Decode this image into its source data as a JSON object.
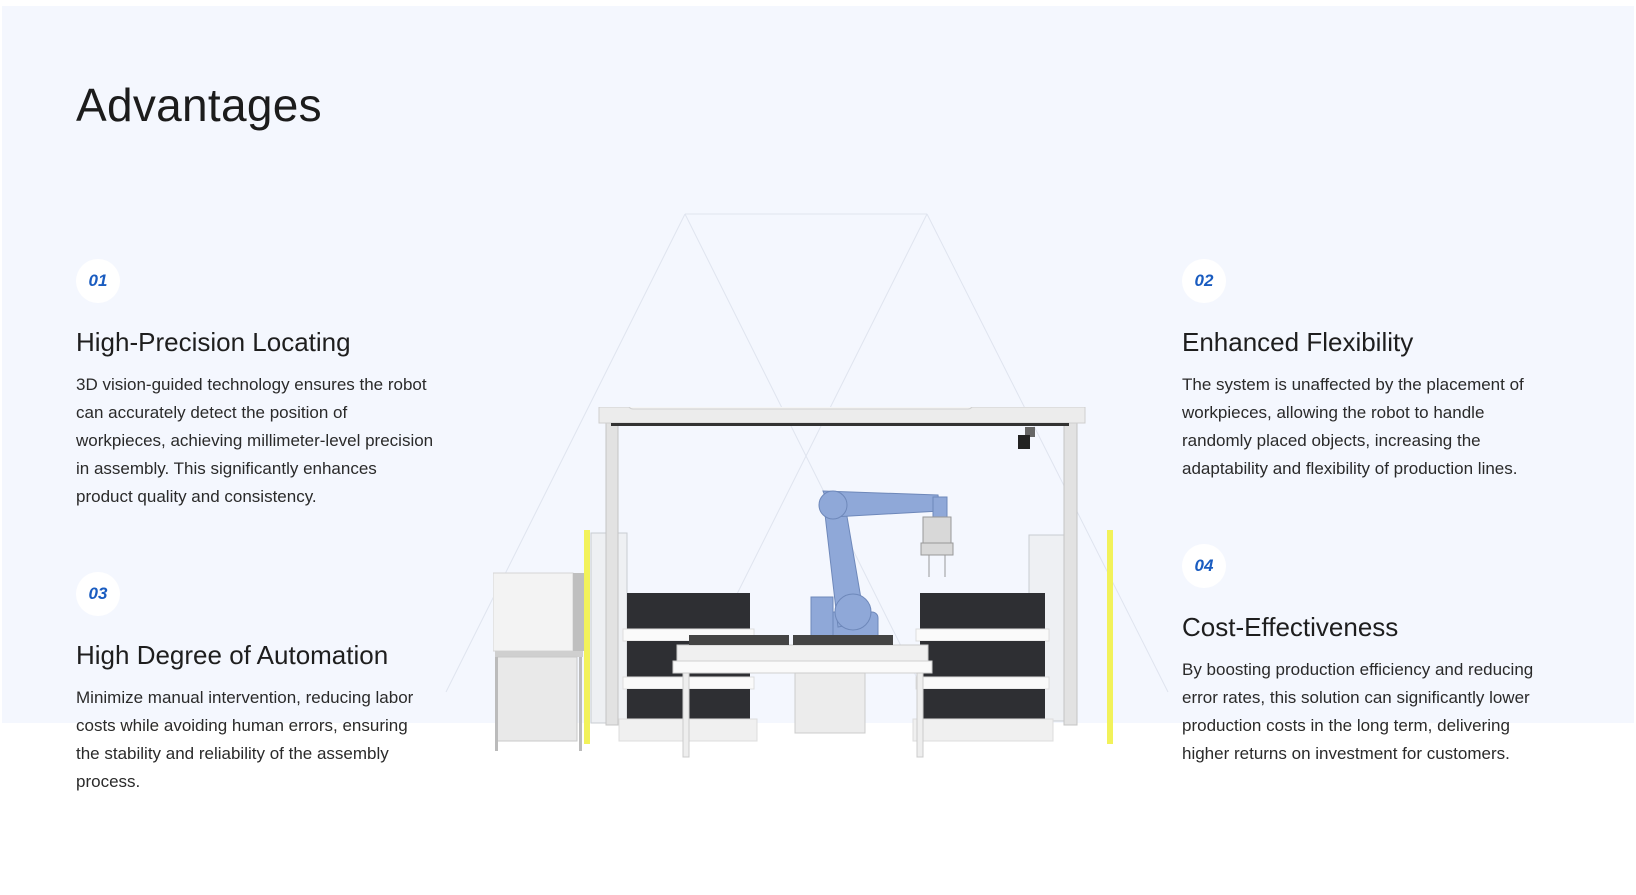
{
  "section": {
    "title": "Advantages"
  },
  "advantages": [
    {
      "number": "01",
      "heading": "High-Precision Locating",
      "body": "3D vision-guided technology ensures the robot can accurately detect the position of workpieces, achieving millimeter-level precision in assembly. This significantly enhances product quality and consistency."
    },
    {
      "number": "02",
      "heading": "Enhanced Flexibility",
      "body": "The system is unaffected by the placement of workpieces, allowing the robot to handle randomly placed objects, increasing the adaptability and flexibility of production lines."
    },
    {
      "number": "03",
      "heading": "High Degree of Automation",
      "body": "Minimize manual intervention, reducing labor costs while avoiding human errors, ensuring the stability and reliability of the assembly process."
    },
    {
      "number": "04",
      "heading": "Cost-Effectiveness",
      "body": "By boosting production efficiency and reducing error rates, this solution can significantly lower production costs in the long term, delivering higher returns on investment for customers."
    }
  ],
  "colors": {
    "background": "#f4f7fe",
    "accent": "#1a5cc0",
    "robot": "#8fa8d8",
    "safety": "#f2f25a"
  }
}
